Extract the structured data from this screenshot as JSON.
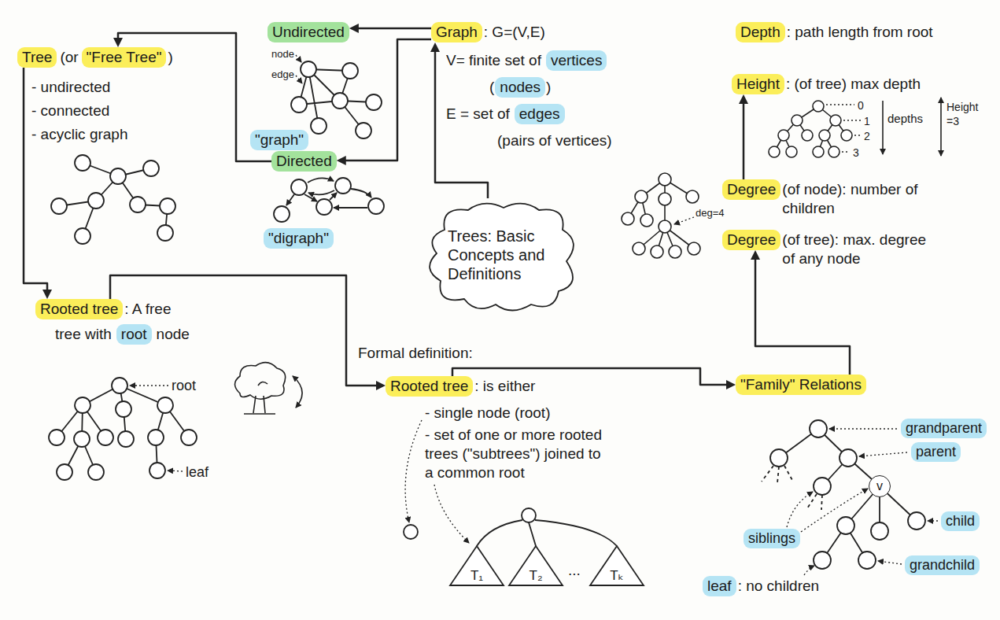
{
  "diagram": {
    "nodes": [
      {
        "text": [
          "Tree"
        ]
      },
      {
        "text": [
          "\"Free Tree\""
        ]
      },
      {
        "text": [
          "Undirected"
        ]
      },
      {
        "text": [
          "\"graph\""
        ]
      },
      {
        "text": [
          "Directed"
        ]
      },
      {
        "text": [
          "\"digraph\""
        ]
      },
      {
        "text": [
          "Graph"
        ]
      },
      {
        "text": [
          "vertices"
        ]
      },
      {
        "text": [
          "nodes"
        ]
      },
      {
        "text": [
          "edges"
        ]
      },
      {
        "text": [
          "Depth"
        ]
      },
      {
        "text": [
          "Height"
        ]
      },
      {
        "text": [
          "Trees: Basic Concepts and Definitions"
        ]
      },
      {
        "text": [
          "Degree"
        ]
      },
      {
        "text": [
          "Degree"
        ]
      },
      {
        "text": [
          "Rooted tree"
        ]
      },
      {
        "text": [
          "root"
        ]
      },
      {
        "text": [
          "Rooted tree"
        ]
      },
      {
        "text": [
          "T₁"
        ]
      },
      {
        "text": [
          "T₂"
        ]
      },
      {
        "text": [
          "Tₖ"
        ]
      },
      {
        "text": [
          "\"Family\" Relations"
        ]
      },
      {
        "text": [
          "grandparent"
        ]
      },
      {
        "text": [
          "parent"
        ]
      },
      {
        "text": [
          "v"
        ]
      },
      {
        "text": [
          "siblings"
        ]
      },
      {
        "text": [
          "child"
        ]
      },
      {
        "text": [
          "grandchild"
        ]
      },
      {
        "text": [
          "leaf"
        ]
      }
    ],
    "edges": [
      {
        "from": 6,
        "to": 2,
        "arrow": "to"
      },
      {
        "from": 6,
        "to": 4,
        "arrow": "to"
      },
      {
        "from": 4,
        "to": 1,
        "arrow": "to"
      },
      {
        "from": 0,
        "to": 15,
        "arrow": "to"
      },
      {
        "from": 15,
        "to": 17,
        "arrow": "to"
      },
      {
        "from": 17,
        "to": 21,
        "arrow": "to"
      },
      {
        "from": 21,
        "to": 14,
        "arrow": "to"
      },
      {
        "from": 13,
        "to": 11,
        "arrow": "to"
      },
      {
        "from": 12,
        "to": 6,
        "arrow": "to"
      }
    ],
    "labels": [
      "(or",
      ")",
      "- undirected",
      "- connected",
      "- acyclic graph",
      "node",
      "edge",
      ": G=(V,E)",
      "V= finite set of",
      "(",
      ")",
      "E = set of",
      "(pairs of vertices)",
      ": path length from root",
      ": (of tree) max depth",
      "0",
      "1",
      "2",
      "3",
      "depths",
      "Height =3",
      "(of node): number of children",
      "deg=4",
      "(of tree): max. degree of any node",
      ": A free",
      "tree with",
      "node",
      "root",
      "leaf",
      "Formal definition:",
      ": is either",
      "- single node (root)",
      "- set of one or more rooted trees (\"subtrees\") joined to a common root",
      "...",
      ": no children"
    ]
  }
}
